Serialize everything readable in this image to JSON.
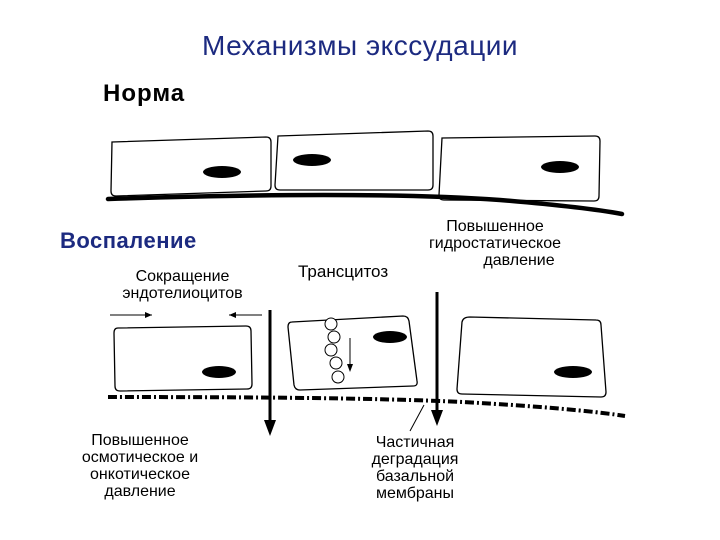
{
  "title": "Механизмы экссудации",
  "norm_label": "Норма",
  "inflammation_label": "Воспаление",
  "contraction_label": [
    "Сокращение",
    "эндотелиоцитов"
  ],
  "hydrostatic_label": [
    "Повышенное",
    "гидростатическое",
    "давление"
  ],
  "transcytosis_label": "Трансцитоз",
  "osmotic_label": [
    "Повышенное",
    "осмотическое и",
    "онкотическое",
    "давление"
  ],
  "degradation_label": [
    "Частичная",
    "деградация",
    "базальной",
    "мембраны"
  ]
}
